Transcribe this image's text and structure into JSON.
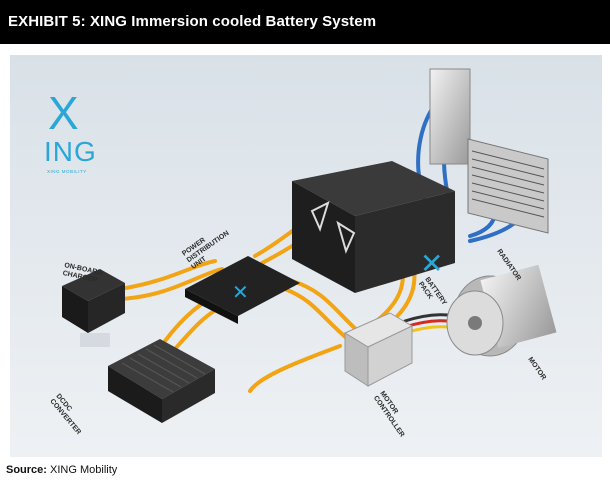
{
  "header": {
    "title": "EXHIBIT 5: XING Immersion cooled Battery System"
  },
  "logo": {
    "letter": "X",
    "wordmark": "ING",
    "tagline": "XING MOBILITY",
    "color": "#2aa7d6"
  },
  "components": {
    "on_board_charger": [
      "ON-BOARD",
      "CHARGER"
    ],
    "power_distribution_unit": [
      "POWER",
      "DISTRIBUTION",
      "UNIT"
    ],
    "dcdc_converter": [
      "DCDC",
      "CONVERTER"
    ],
    "battery_pack": [
      "BATTERY",
      "PACK"
    ],
    "radiator": "RADIATOR",
    "motor": "MOTOR",
    "motor_controller": [
      "MOTOR",
      "CONTROLLER"
    ]
  },
  "source": {
    "label": "Source:",
    "text": " XING Mobility"
  },
  "colors": {
    "cable": "#f2a414",
    "coolant_hose": "#2f6fc4",
    "accent_x": "#2aa7d6"
  }
}
